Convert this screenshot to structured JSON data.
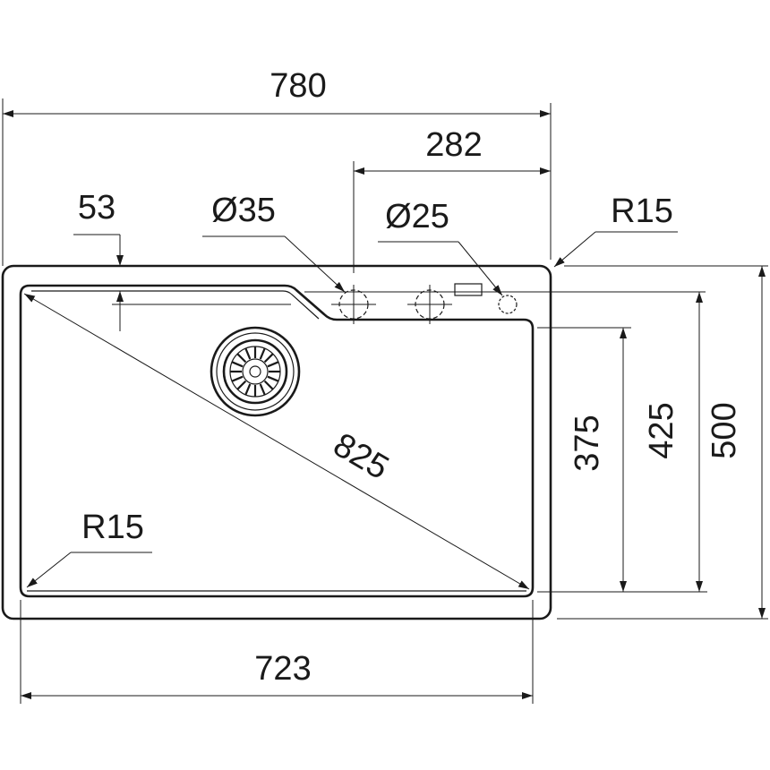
{
  "dimensions": {
    "overall_width": "780",
    "tap_offset": "282",
    "rim_depth": "53",
    "tap_hole_diameter": "Ø35",
    "accessory_hole_diameter": "Ø25",
    "corner_radius_outer": "R15",
    "corner_radius_inner": "R15",
    "bowl_diagonal": "825",
    "bowl_depth": "375",
    "inner_depth": "425",
    "overall_depth": "500",
    "bowl_width": "723"
  },
  "colors": {
    "line": "#1a1a1a",
    "background": "#ffffff"
  }
}
